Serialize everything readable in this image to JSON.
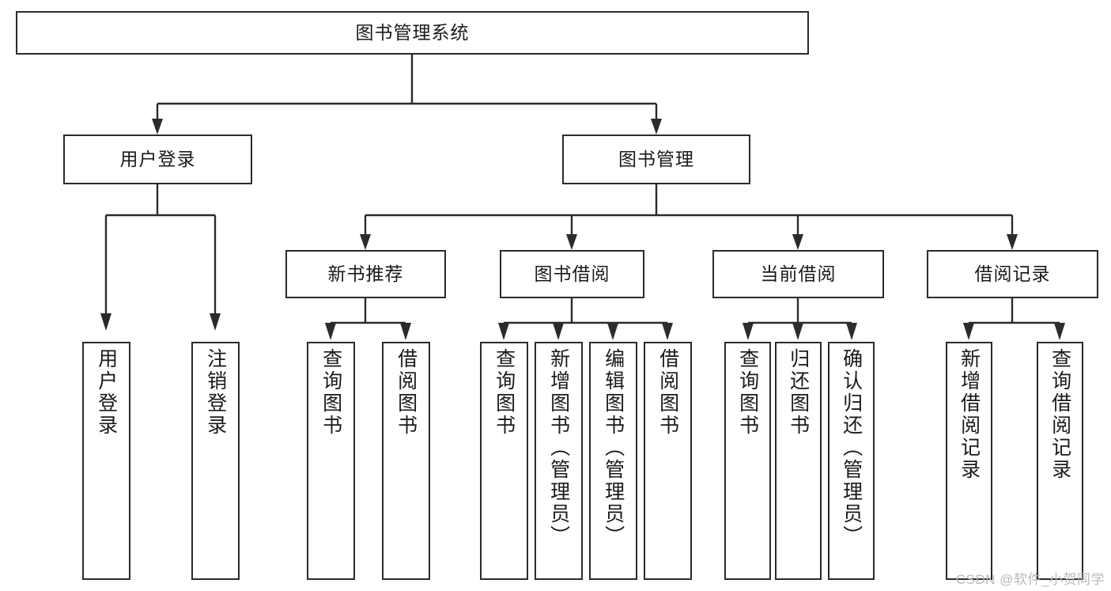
{
  "diagram": {
    "title": "图书管理系统",
    "type": "tree",
    "root": {
      "label": "图书管理系统"
    },
    "level2": [
      {
        "label": "用户登录"
      },
      {
        "label": "图书管理"
      }
    ],
    "level3": [
      {
        "label": "新书推荐"
      },
      {
        "label": "图书借阅"
      },
      {
        "label": "当前借阅"
      },
      {
        "label": "借阅记录"
      }
    ],
    "leaves": {
      "user_login": [
        {
          "label": "用户登录"
        },
        {
          "label": "注销登录"
        }
      ],
      "new_book_recommend": [
        {
          "label": "查询图书"
        },
        {
          "label": "借阅图书"
        }
      ],
      "book_borrow": [
        {
          "label": "查询图书"
        },
        {
          "label": "新增图书（管理员）"
        },
        {
          "label": "编辑图书（管理员）"
        },
        {
          "label": "借阅图书"
        }
      ],
      "current_borrow": [
        {
          "label": "查询图书"
        },
        {
          "label": "归还图书"
        },
        {
          "label": "确认归还（管理员）"
        }
      ],
      "borrow_record": [
        {
          "label": "新增借阅记录"
        },
        {
          "label": "查询借阅记录"
        }
      ]
    }
  },
  "watermark": {
    "text": "CSDN @软件_小贺同学"
  },
  "colors": {
    "box_border": "#2b2b2b",
    "box_fill": "#ffffff",
    "text": "#1a1a1a",
    "line": "#2b2b2b",
    "watermark": "#b9b9b9",
    "background": "#ffffff"
  }
}
